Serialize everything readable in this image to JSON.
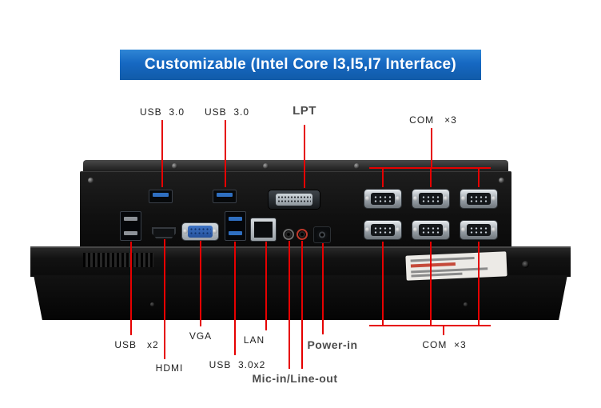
{
  "banner": {
    "title": "Customizable (Intel Core I3,I5,I7 Interface)",
    "bg_color": "#1668c2",
    "text_color": "#ffffff"
  },
  "callouts": {
    "usb3_top_left": "USB  3.0",
    "usb3_top_right": "USB  3.0",
    "lpt": "LPT",
    "com_top": "COM   ×3",
    "usb2_bottom": "USB   x2",
    "vga": "VGA",
    "hdmi": "HDMI",
    "usb3_bottom": "USB  3.0x2",
    "lan": "LAN",
    "power": "Power-in",
    "audio": "Mic-in/Line-out",
    "com_bottom": "COM  ×3"
  },
  "colors": {
    "callout_line": "#e60000",
    "chassis": "#101010",
    "usb3_tongue": "#2f6fc1",
    "vga_blue": "#24509b"
  },
  "ports": {
    "usb3_single_count": 2,
    "usb2_stack": "2 ports",
    "usb3_stack": "2 ports",
    "com_top_count": 3,
    "com_bottom_count": 3
  }
}
